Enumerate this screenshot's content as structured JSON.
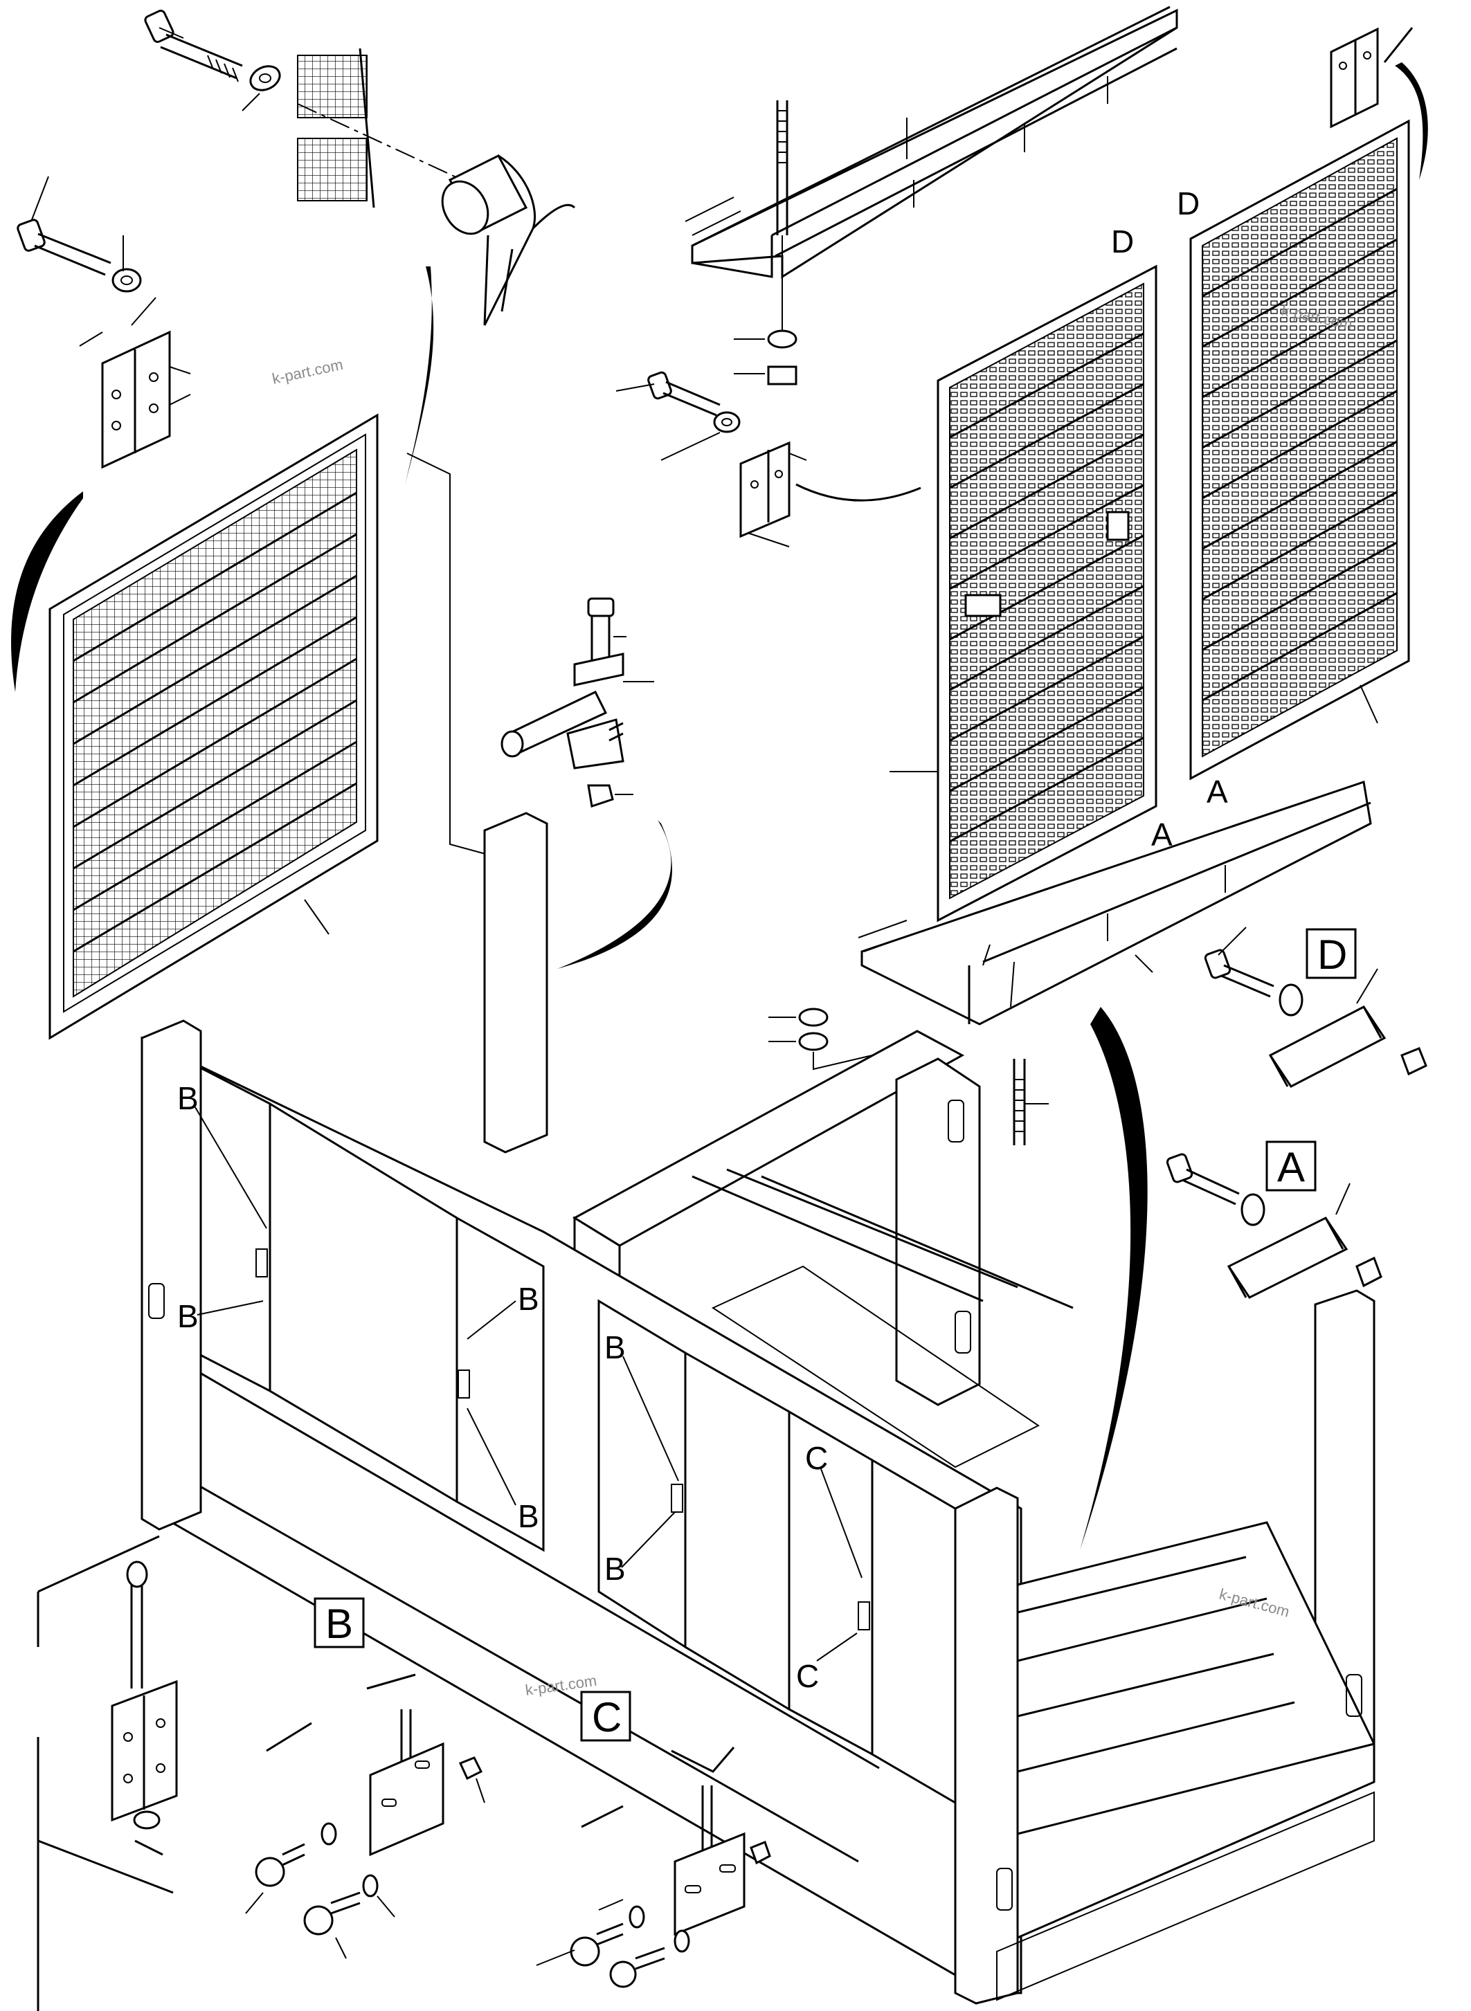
{
  "diagram": {
    "callouts": [
      {
        "id": "D",
        "text": "D"
      },
      {
        "id": "D",
        "text": "D"
      },
      {
        "id": "A",
        "text": "A"
      },
      {
        "id": "A",
        "text": "A"
      },
      {
        "id": "B",
        "text": "B"
      },
      {
        "id": "B",
        "text": "B"
      },
      {
        "id": "B",
        "text": "B"
      },
      {
        "id": "B",
        "text": "B"
      },
      {
        "id": "B",
        "text": "B"
      },
      {
        "id": "B",
        "text": "B"
      },
      {
        "id": "C",
        "text": "C"
      },
      {
        "id": "C",
        "text": "C"
      }
    ],
    "detail_boxes": [
      {
        "id": "D",
        "text": "D"
      },
      {
        "id": "A",
        "text": "A"
      },
      {
        "id": "B",
        "text": "B"
      },
      {
        "id": "C",
        "text": "C"
      }
    ],
    "watermarks": [
      "k-part.com",
      "k-part.com",
      "k-part.com",
      "k-part.com"
    ]
  }
}
